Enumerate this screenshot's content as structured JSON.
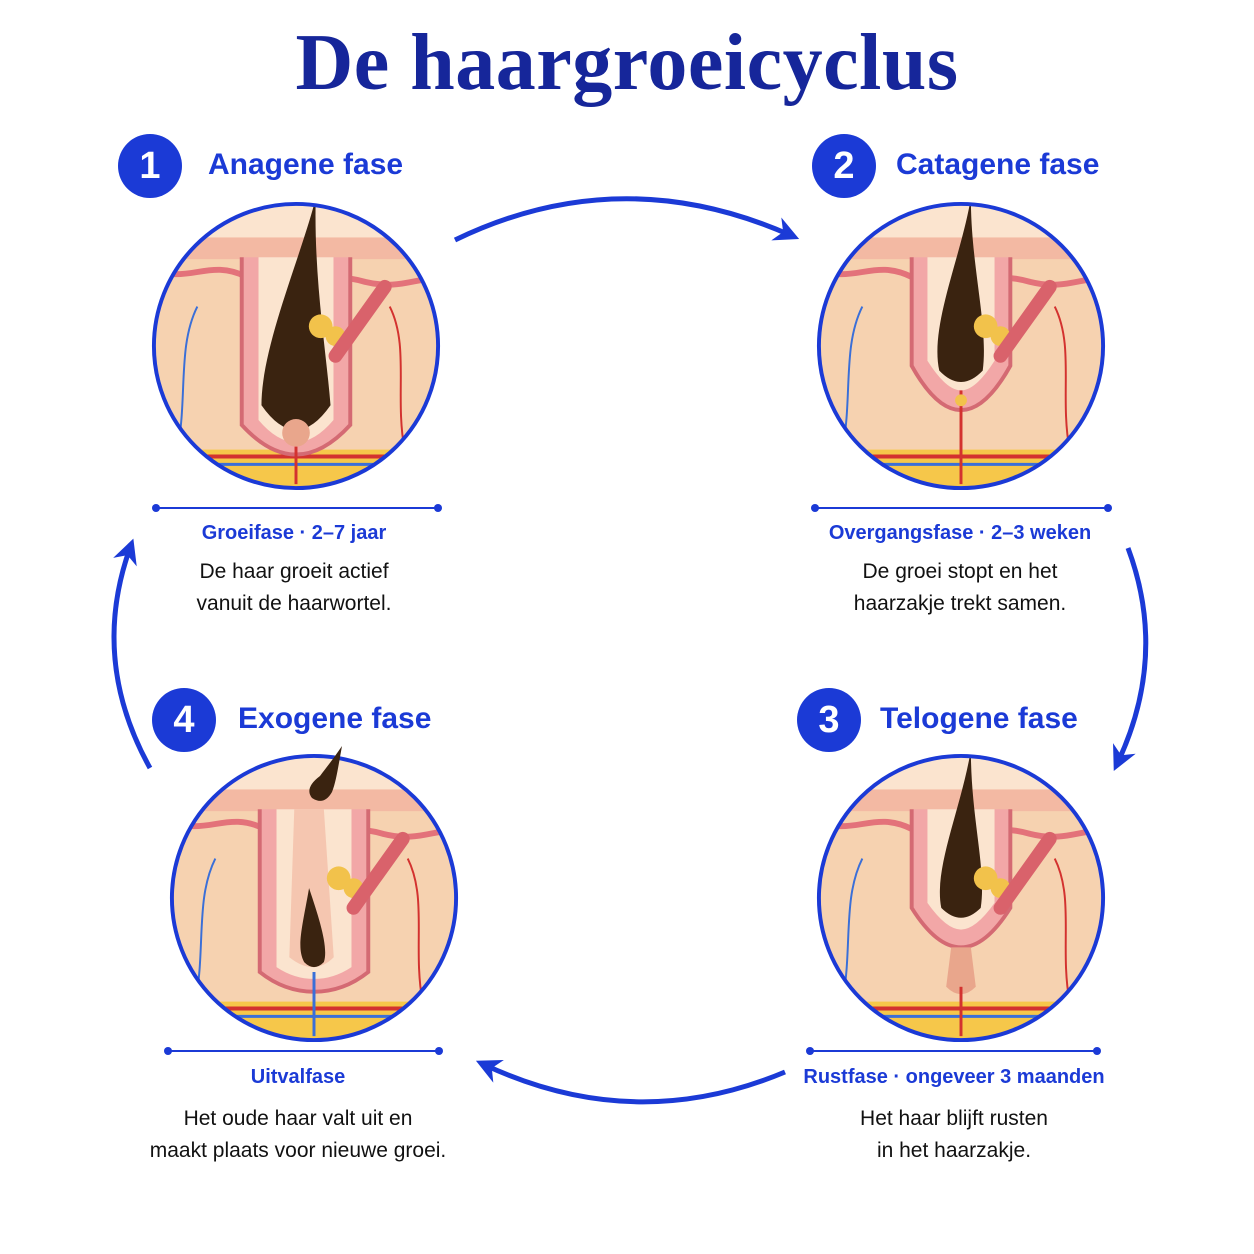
{
  "title": "De haargroeicyclus",
  "colors": {
    "accent": "#1b3ad6",
    "title": "#16269a",
    "skin": "#f6d2b0",
    "hair": "#3a2310"
  },
  "phases": [
    {
      "number": "1",
      "name": "Anagene fase",
      "meta": "Groeifase · 2–7 jaar",
      "desc_line1": "De haar groeit actief",
      "desc_line2": "vanuit de haarwortel."
    },
    {
      "number": "2",
      "name": "Catagene fase",
      "meta": "Overgangsfase · 2–3 weken",
      "desc_line1": "De groei stopt en het",
      "desc_line2": "haarzakje trekt samen."
    },
    {
      "number": "3",
      "name": "Telogene fase",
      "meta": "Rustfase · ongeveer 3 maanden",
      "desc_line1": "Het haar blijft rusten",
      "desc_line2": "in het haarzakje."
    },
    {
      "number": "4",
      "name": "Exogene fase",
      "meta": "Uitvalfase",
      "desc_line1": "Het oude haar valt uit en",
      "desc_line2": "maakt plaats voor nieuwe groei."
    }
  ]
}
